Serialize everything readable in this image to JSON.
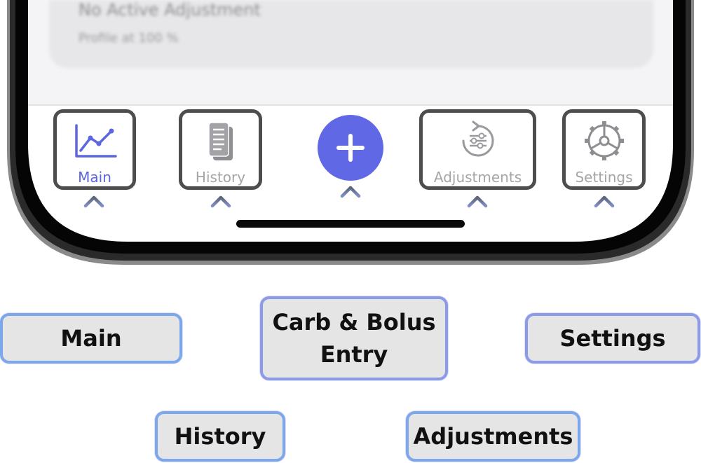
{
  "status_card": {
    "title": "No Active Adjustment",
    "subtitle": "Profile at 100 %"
  },
  "tab_bar": {
    "tabs": [
      {
        "label": "Main",
        "icon": "line-chart-icon",
        "active": true
      },
      {
        "label": "History",
        "icon": "document-stack-icon",
        "active": false
      },
      {
        "label": "",
        "icon": "plus-icon",
        "active": false
      },
      {
        "label": "Adjustments",
        "icon": "sliders-cycle-icon",
        "active": false
      },
      {
        "label": "Settings",
        "icon": "gear-icon",
        "active": false
      }
    ],
    "active_color": "#5b66e0",
    "inactive_color": "#a5a5a9",
    "add_button_color": "#6068e6"
  },
  "callouts": {
    "main": "Main",
    "history": "History",
    "carb_line1": "Carb & Bolus",
    "carb_line2": "Entry",
    "adjustments": "Adjustments",
    "settings": "Settings"
  },
  "colors": {
    "arrow": "#6b7b99",
    "callout_border_start": "#5ec4e6",
    "callout_border_end": "#b07ef0",
    "tab_outline": "#4d4d4d"
  }
}
